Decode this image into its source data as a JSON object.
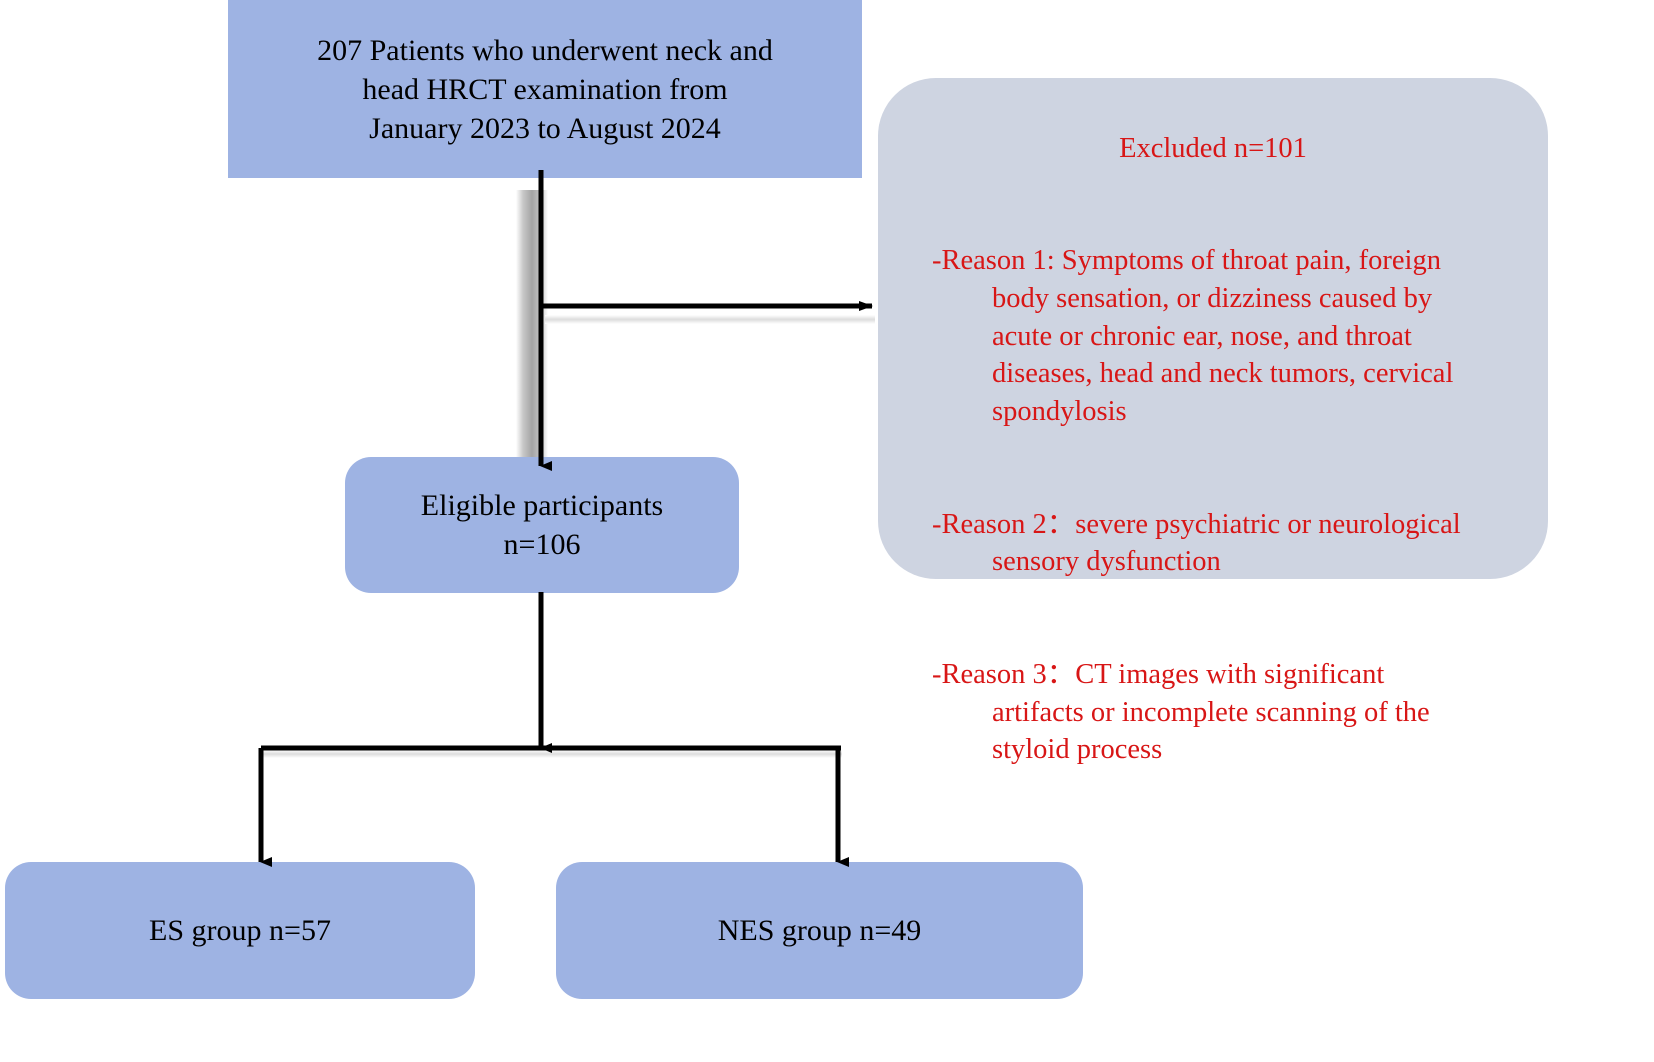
{
  "diagram": {
    "type": "flowchart",
    "title": "Patient enrollment flow diagram",
    "colors": {
      "node_fill": "#9eb3e3",
      "excluded_fill": "#ced4e1",
      "excluded_text": "#d81616",
      "node_text": "#000000",
      "connector": "#000000"
    }
  },
  "nodes": {
    "enrolled": {
      "text": "207 Patients who underwent neck and\nhead HRCT examination from\nJanuary 2023 to August 2024",
      "count": 207
    },
    "eligible": {
      "text": "Eligible participants\nn=106",
      "count": 106
    },
    "es_group": {
      "text": "ES group n=57",
      "count": 57
    },
    "nes_group": {
      "text": "NES group n=49",
      "count": 49
    },
    "excluded": {
      "title": "Excluded n=101",
      "count": 101,
      "reasons": [
        {
          "head": "-Reason 1: Symptoms of throat pain, foreign",
          "cont": "body sensation, or dizziness caused by\nacute or chronic ear, nose, and throat\ndiseases, head and neck tumors, cervical\nspondylosis"
        },
        {
          "head": "-Reason 2：severe psychiatric or neurological",
          "cont": "sensory dysfunction"
        },
        {
          "head": "-Reason 3：CT images with significant",
          "cont": "artifacts or incomplete scanning of the\nstyloid process"
        }
      ]
    }
  },
  "edges": [
    {
      "name": "enrolled-to-eligible",
      "from": "enrolled",
      "to": "eligible",
      "style": "vertical-arrow-shadow"
    },
    {
      "name": "enrolled-to-excluded",
      "from": "enrolled",
      "to": "excluded",
      "style": "horizontal-arrow"
    },
    {
      "name": "eligible-to-split",
      "from": "eligible",
      "to": "split-bar",
      "style": "vertical-arrow"
    },
    {
      "name": "split-to-es",
      "from": "split-bar",
      "to": "es_group",
      "style": "vertical-arrow"
    },
    {
      "name": "split-to-nes",
      "from": "split-bar",
      "to": "nes_group",
      "style": "vertical-arrow"
    }
  ]
}
